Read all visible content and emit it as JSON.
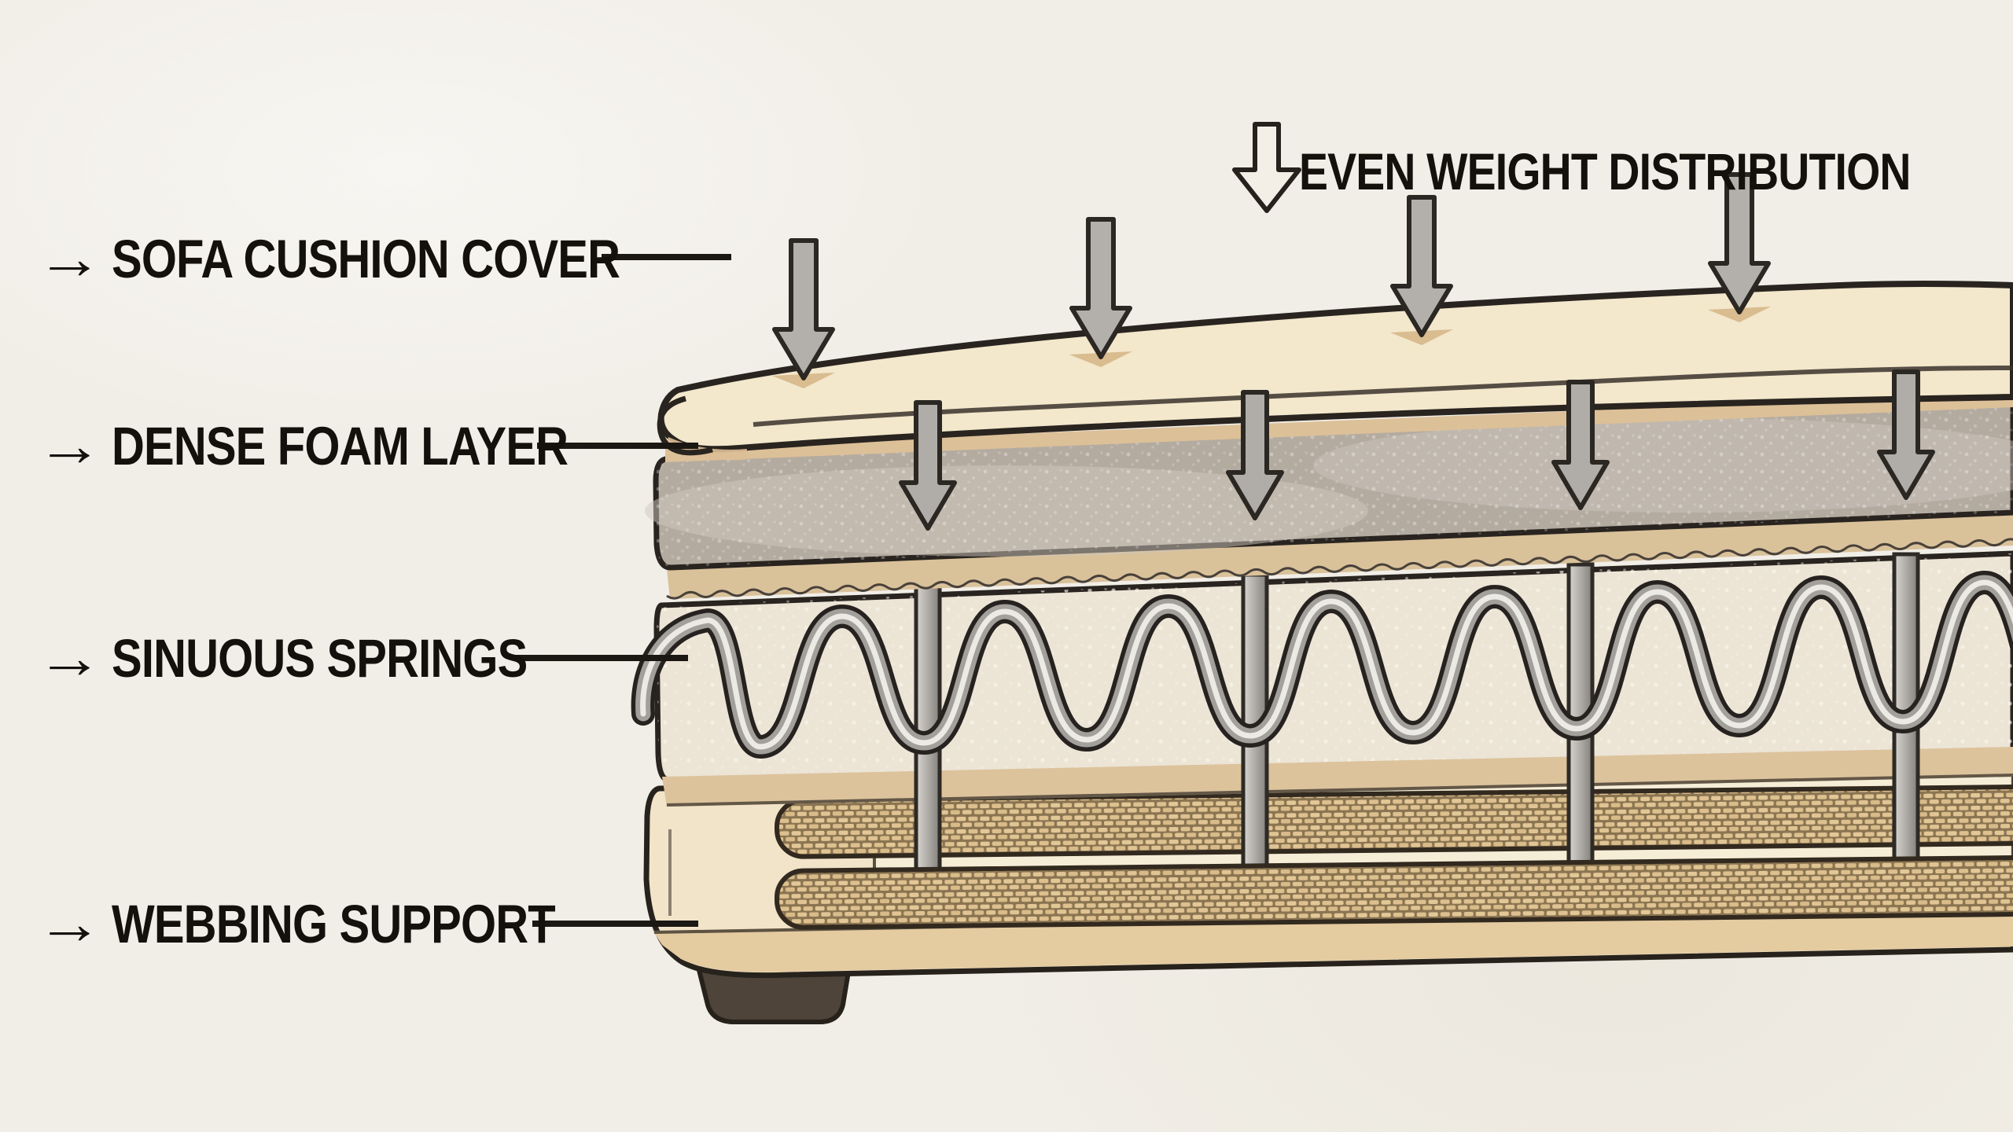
{
  "diagram": {
    "title_implicit": "Sofa cushion cross-section diagram",
    "labels": [
      {
        "id": "cover",
        "text": "SOFA CUSHION COVER"
      },
      {
        "id": "foam",
        "text": "DENSE FOAM LAYER"
      },
      {
        "id": "springs",
        "text": "SINUOUS SPRINGS"
      },
      {
        "id": "webbing",
        "text": "WEBBING SUPPORT"
      }
    ],
    "annotation": {
      "text": "EVEN WEIGHT DISTRIBUTION"
    },
    "icons": {
      "label_arrow": "→",
      "weight_arrow": "hollow-down-arrow",
      "force_arrow": "solid-down-arrow"
    },
    "force_arrows": {
      "row_above_cover": 4,
      "row_into_foam": 4
    },
    "colors": {
      "background": "#f2efe8",
      "ink": "#14100c",
      "outline": "#29241e",
      "cover_cream": "#f3e7cc",
      "tan_strip": "#d9c19a",
      "foam_gray": "#b4aba0",
      "fabric_cream": "#ece4d5",
      "spring_metal": "#a3a09b",
      "strut_gray": "#a8a5a0",
      "webbing_tan": "#ddc08e",
      "webbing_dark": "#8a7451",
      "base_cream": "#f1e4c9",
      "foot_brown": "#4e4439",
      "force_arrow_gray": "#b3b0ab"
    }
  }
}
